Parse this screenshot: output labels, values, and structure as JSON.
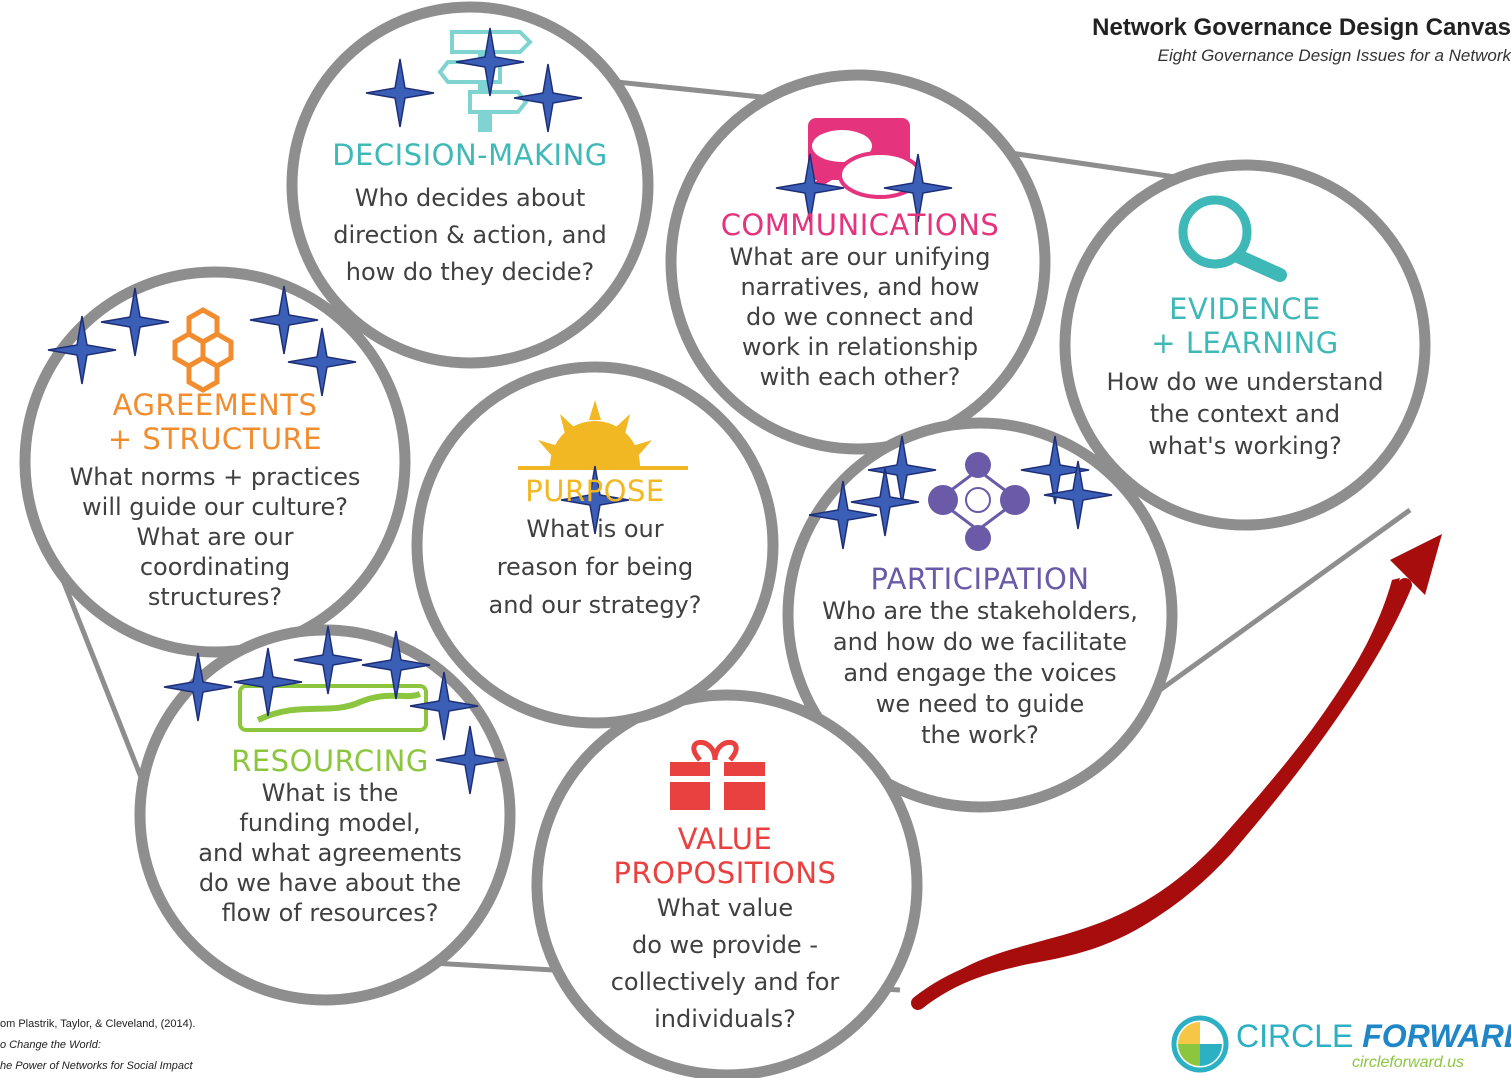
{
  "header": {
    "title": "Network Governance Design Canvas",
    "subtitle": "Eight Governance Design Issues for a Network"
  },
  "circles": {
    "decision": {
      "label": "DECISION-MAKING",
      "color": "#3fb8b8",
      "lines": [
        "Who decides about",
        "direction & action, and",
        "how do they decide?"
      ]
    },
    "communications": {
      "label": "COMMUNICATIONS",
      "color": "#e5337e",
      "lines": [
        "What are our unifying",
        "narratives, and how",
        "do we connect and",
        "work in relationship",
        "with each other?"
      ]
    },
    "evidence": {
      "label_1": "EVIDENCE",
      "label_2": "+ LEARNING",
      "color": "#3fb8b8",
      "lines": [
        "How do we understand",
        "the context and",
        "what's working?"
      ]
    },
    "agreements": {
      "label_1": "AGREEMENTS",
      "label_2": "+ STRUCTURE",
      "color": "#f18c2f",
      "lines": [
        "What norms + practices",
        "will guide our culture?",
        "What are our",
        "coordinating",
        "structures?"
      ]
    },
    "purpose": {
      "label": "PURPOSE",
      "color": "#f2b824",
      "lines": [
        "What is our",
        "reason for being",
        "and our strategy?"
      ]
    },
    "participation": {
      "label": "PARTICIPATION",
      "color": "#6a5aa8",
      "lines": [
        "Who are the stakeholders,",
        "and how do we facilitate",
        "and engage the voices",
        "we need to guide",
        "the work?"
      ]
    },
    "resourcing": {
      "label": "RESOURCING",
      "color": "#8cc63f",
      "lines": [
        "What is the",
        "funding model,",
        "and what agreements",
        "do we have about the",
        "flow of resources?"
      ]
    },
    "value": {
      "label_1": "VALUE",
      "label_2": "PROPOSITIONS",
      "color": "#e8413f",
      "lines": [
        "What value",
        "do we provide -",
        "collectively and for",
        "individuals?"
      ]
    }
  },
  "citation": {
    "line1": "om Plastrik, Taylor, & Cleveland, (2014).",
    "line2": "o Change the World:",
    "line3": "he Power of Networks for Social Impact"
  },
  "logo": {
    "part1": "CIRCLE ",
    "part2": "FORWARD",
    "url": "circleforward.us"
  },
  "colors": {
    "ring": "#8e8e8e",
    "star": "#3b5fb6",
    "arrow": "#a80d0d"
  },
  "icons": [
    "signpost-icon",
    "speech-bubbles-icon",
    "magnifier-icon",
    "hexagon-network-icon",
    "sun-icon",
    "people-network-icon",
    "river-road-icon",
    "gift-icon",
    "star-icon",
    "curved-arrow-icon"
  ]
}
